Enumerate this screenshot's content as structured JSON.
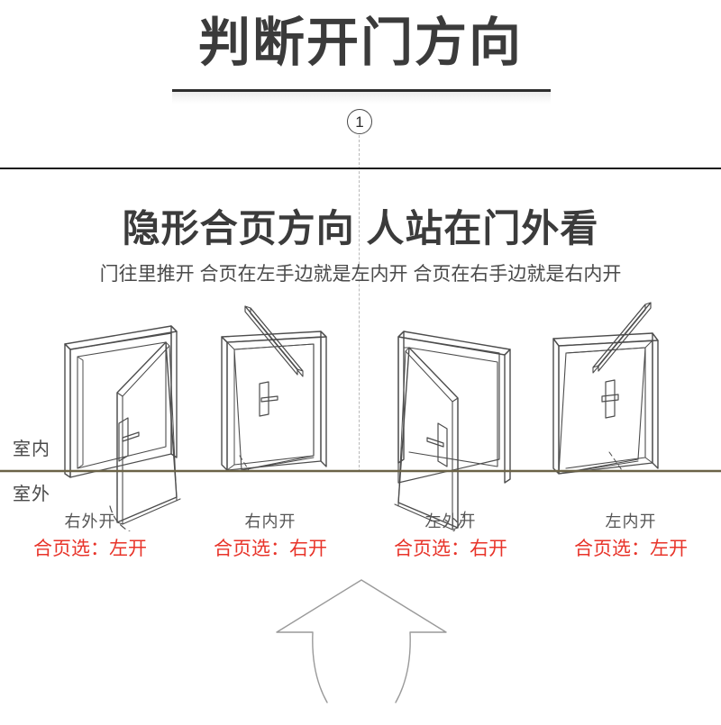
{
  "header": {
    "title": "判断开门方向",
    "step_number": "1"
  },
  "section": {
    "heading": "隐形合页方向 人站在门外看",
    "subtitle": "门往里推开 合页在左手边就是左内开 合页在右手边就是右内开"
  },
  "zones": {
    "indoor": "室内",
    "outdoor": "室外"
  },
  "doors": [
    {
      "direction_label": "右外开",
      "hinge_label": "合页选：左开",
      "swing": "outward",
      "hinge_side": "right"
    },
    {
      "direction_label": "右内开",
      "hinge_label": "合页选：右开",
      "swing": "inward",
      "hinge_side": "left"
    },
    {
      "direction_label": "左外开",
      "hinge_label": "合页选：右开",
      "swing": "outward",
      "hinge_side": "left"
    },
    {
      "direction_label": "左内开",
      "hinge_label": "合页选：左开",
      "swing": "inward",
      "hinge_side": "right"
    }
  ],
  "colors": {
    "hinge_red": "#e8342a",
    "ground_line": "#6b6347",
    "title_dark": "#3b3b3b",
    "line_art": "#4d4d4d",
    "dash_guide": "#b9b9b9"
  }
}
